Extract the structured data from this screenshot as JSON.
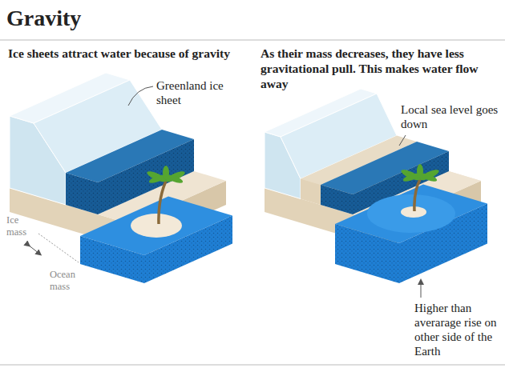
{
  "diagram": {
    "title": "Gravity",
    "labels": [
      "Ice sheets attract water because of gravity",
      "As their mass decreases, they have less gravitational pull. This makes water flow away",
      "Greenland ice sheet",
      "Ice mass",
      "Ocean mass",
      "Local sea level goes down",
      "Higher than averarage rise on other side of the Earth"
    ]
  }
}
